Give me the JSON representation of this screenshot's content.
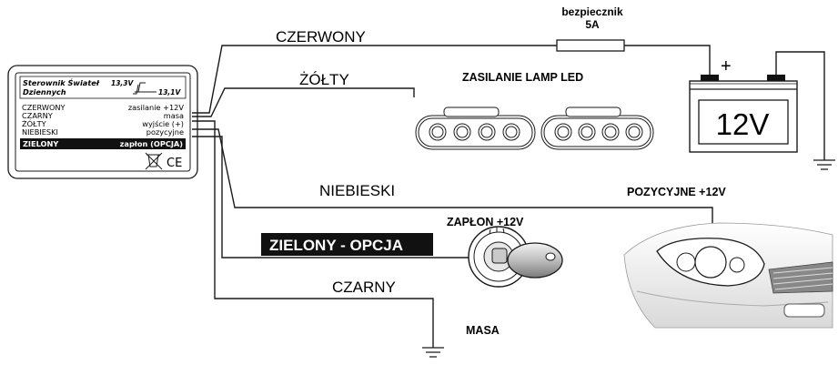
{
  "controller": {
    "title_line1": "Sterownik Świateł",
    "title_line2": "Dziennych",
    "voltage_high": "13,3V",
    "voltage_low": "13,1V",
    "rows": [
      {
        "wire": "CZERWONY",
        "function": "zasilanie +12V"
      },
      {
        "wire": "CZARNY",
        "function": "masa"
      },
      {
        "wire": "ŻÓŁTY",
        "function": "wyjście (+)"
      },
      {
        "wire": "NIEBIESKI",
        "function": "pozycyjne"
      }
    ],
    "highlight_row": {
      "wire": "ZIELONY",
      "function": "zapłon (OPCJA)"
    },
    "cert_mark": "CE",
    "weee_icon": "crossed-bin-icon"
  },
  "wires": {
    "red": "CZERWONY",
    "yellow": "ŻÓŁTY",
    "blue": "NIEBIESKI",
    "green": "ZIELONY - OPCJA",
    "black": "CZARNY"
  },
  "fuse": {
    "label": "bezpiecznik",
    "rating": "5A"
  },
  "led": {
    "label": "ZASILANIE LAMP LED"
  },
  "battery": {
    "plus": "+",
    "voltage": "12V"
  },
  "ignition": {
    "label": "ZAPŁON +12V"
  },
  "headlight": {
    "label": "POZYCYJNE +12V"
  },
  "ground": {
    "label": "MASA"
  },
  "colors": {
    "ink": "#1a1a1a",
    "highlight_bg": "#111111",
    "highlight_fg": "#ffffff"
  }
}
